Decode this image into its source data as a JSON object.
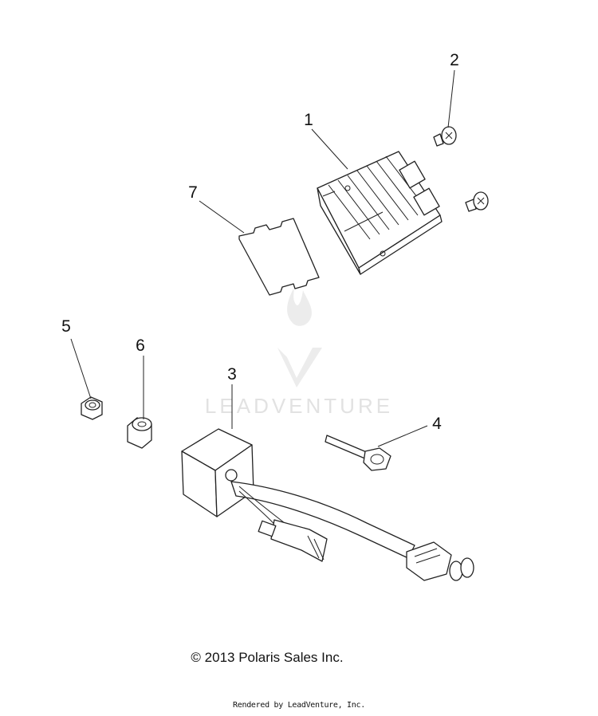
{
  "watermark": {
    "brand_text": "LEADVENTURE"
  },
  "callouts": [
    "1",
    "2",
    "3",
    "4",
    "5",
    "6",
    "7"
  ],
  "footer": {
    "copyright": "© 2013 Polaris Sales Inc.",
    "rendered_by": "Rendered by LeadVenture, Inc."
  }
}
